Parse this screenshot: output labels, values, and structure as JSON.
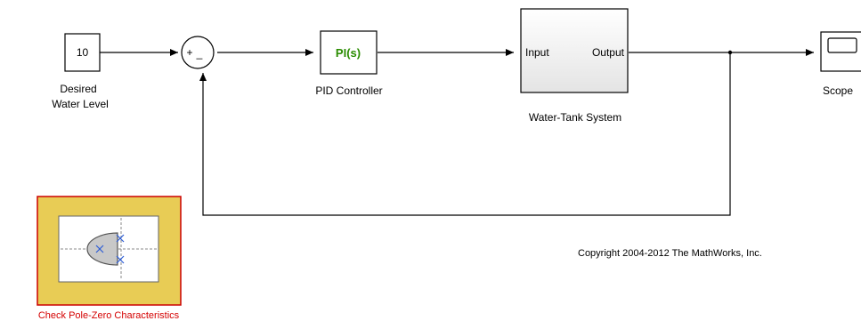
{
  "blocks": {
    "constant": {
      "value": "10",
      "label_line1": "Desired",
      "label_line2": "Water Level"
    },
    "sum": {
      "plus": "+",
      "minus": "_"
    },
    "pid": {
      "text": "PI(s)",
      "label": "PID Controller"
    },
    "plant": {
      "input": "Input",
      "output": "Output",
      "label": "Water-Tank System"
    },
    "scope": {
      "label": "Scope"
    },
    "pzcheck": {
      "label": "Check Pole-Zero Characteristics"
    }
  },
  "copyright": "Copyright 2004-2012 The MathWorks, Inc.",
  "colors": {
    "pid_text": "#2a8c00",
    "pz_block_fill": "#e8cc55",
    "pz_block_border": "#cc0000",
    "pz_marker": "#2f5ed6"
  }
}
